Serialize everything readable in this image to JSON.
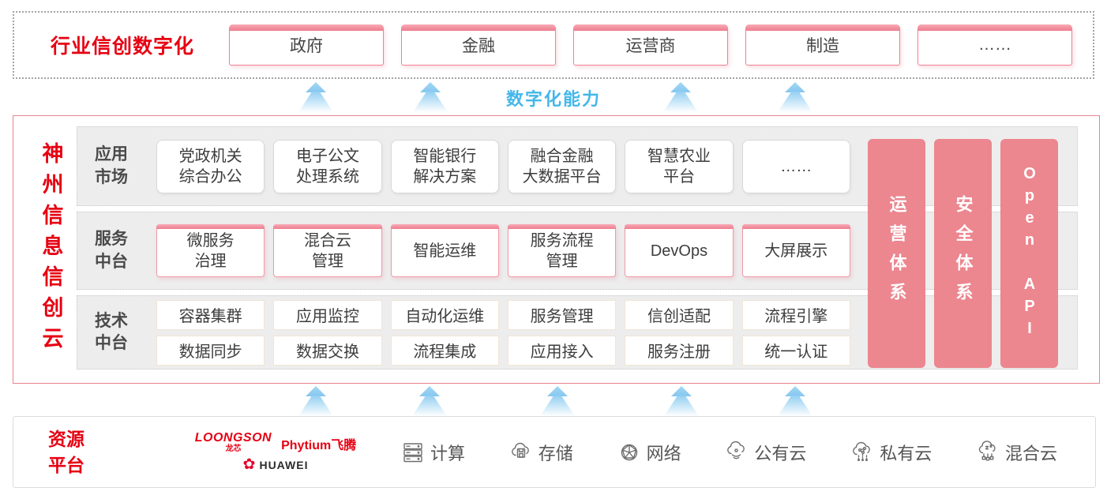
{
  "banner": {
    "title": "行业信创数字化",
    "industries": [
      "政府",
      "金融",
      "运营商",
      "制造",
      "……"
    ]
  },
  "capability_label": "数字化能力",
  "platform": {
    "title": "神州信息信创云",
    "rows": [
      {
        "label": "应用\n市场",
        "boxes": [
          "党政机关\n综合办公",
          "电子公文\n处理系统",
          "智能银行\n解决方案",
          "融合金融\n大数据平台",
          "智慧农业\n平台",
          "……"
        ]
      },
      {
        "label": "服务\n中台",
        "boxes": [
          "微服务\n治理",
          "混合云\n管理",
          "智能运维",
          "服务流程\n管理",
          "DevOps",
          "大屏展示"
        ]
      },
      {
        "label": "技术\n中台",
        "boxes_top": [
          "容器集群",
          "应用监控",
          "自动化运维",
          "服务管理",
          "信创适配",
          "流程引擎"
        ],
        "boxes_bottom": [
          "数据同步",
          "数据交换",
          "流程集成",
          "应用接入",
          "服务注册",
          "统一认证"
        ]
      }
    ],
    "pillars": [
      "运营体系",
      "安全体系",
      "Open API"
    ]
  },
  "resource": {
    "title": "资源\n平台",
    "vendors": {
      "loongson": "LOONGSON",
      "loongson_sub": "龙芯",
      "phytium": "Phytium飞腾",
      "huawei": "HUAWEI",
      "huawei_flower": "✿"
    },
    "items": [
      "计算",
      "存储",
      "网络",
      "公有云",
      "私有云",
      "混合云"
    ]
  },
  "colors": {
    "brand_red": "#e60012",
    "pillar_pink": "#ec868f",
    "capability_blue": "#44b7ea"
  }
}
